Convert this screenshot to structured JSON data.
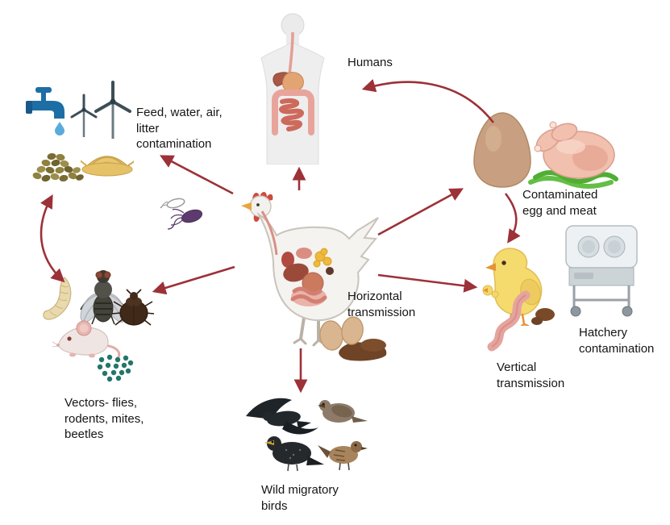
{
  "labels": {
    "humans": "Humans",
    "feed": "Feed, water, air,\nlitter\ncontamination",
    "vectors": "Vectors- flies,\nrodents, mites,\nbeetles",
    "egg_meat": "Contaminated\negg and meat",
    "horizontal": "Horizontal\ntransmission",
    "vertical": "Vertical\ntransmission",
    "hatchery": "Hatchery\ncontamination",
    "wild_birds": "Wild migratory\nbirds"
  },
  "colors": {
    "arrow": "#9c3138",
    "text": "#151515",
    "background": "#ffffff",
    "bacteria_purple": "#5d3b6e",
    "chick_yellow": "#f5da6e",
    "egg_tan": "#c8a081",
    "meat_pink": "#f1c0af",
    "tap_blue": "#1d6ea5",
    "vector_teal": "#23766b"
  },
  "illustrations": [
    "human-digestive-system",
    "water-tap",
    "wind-turbines",
    "feed-pellets",
    "litter-hay",
    "salmonella-bacteria",
    "chicken-with-organs",
    "eggs-in-dirt",
    "fly",
    "larva",
    "mite-beetle",
    "mouse",
    "bacteria-dots",
    "contaminated-egg",
    "raw-chicken-meat",
    "chick",
    "oviduct-ribbon",
    "hatchery-incubator",
    "wild-birds"
  ]
}
